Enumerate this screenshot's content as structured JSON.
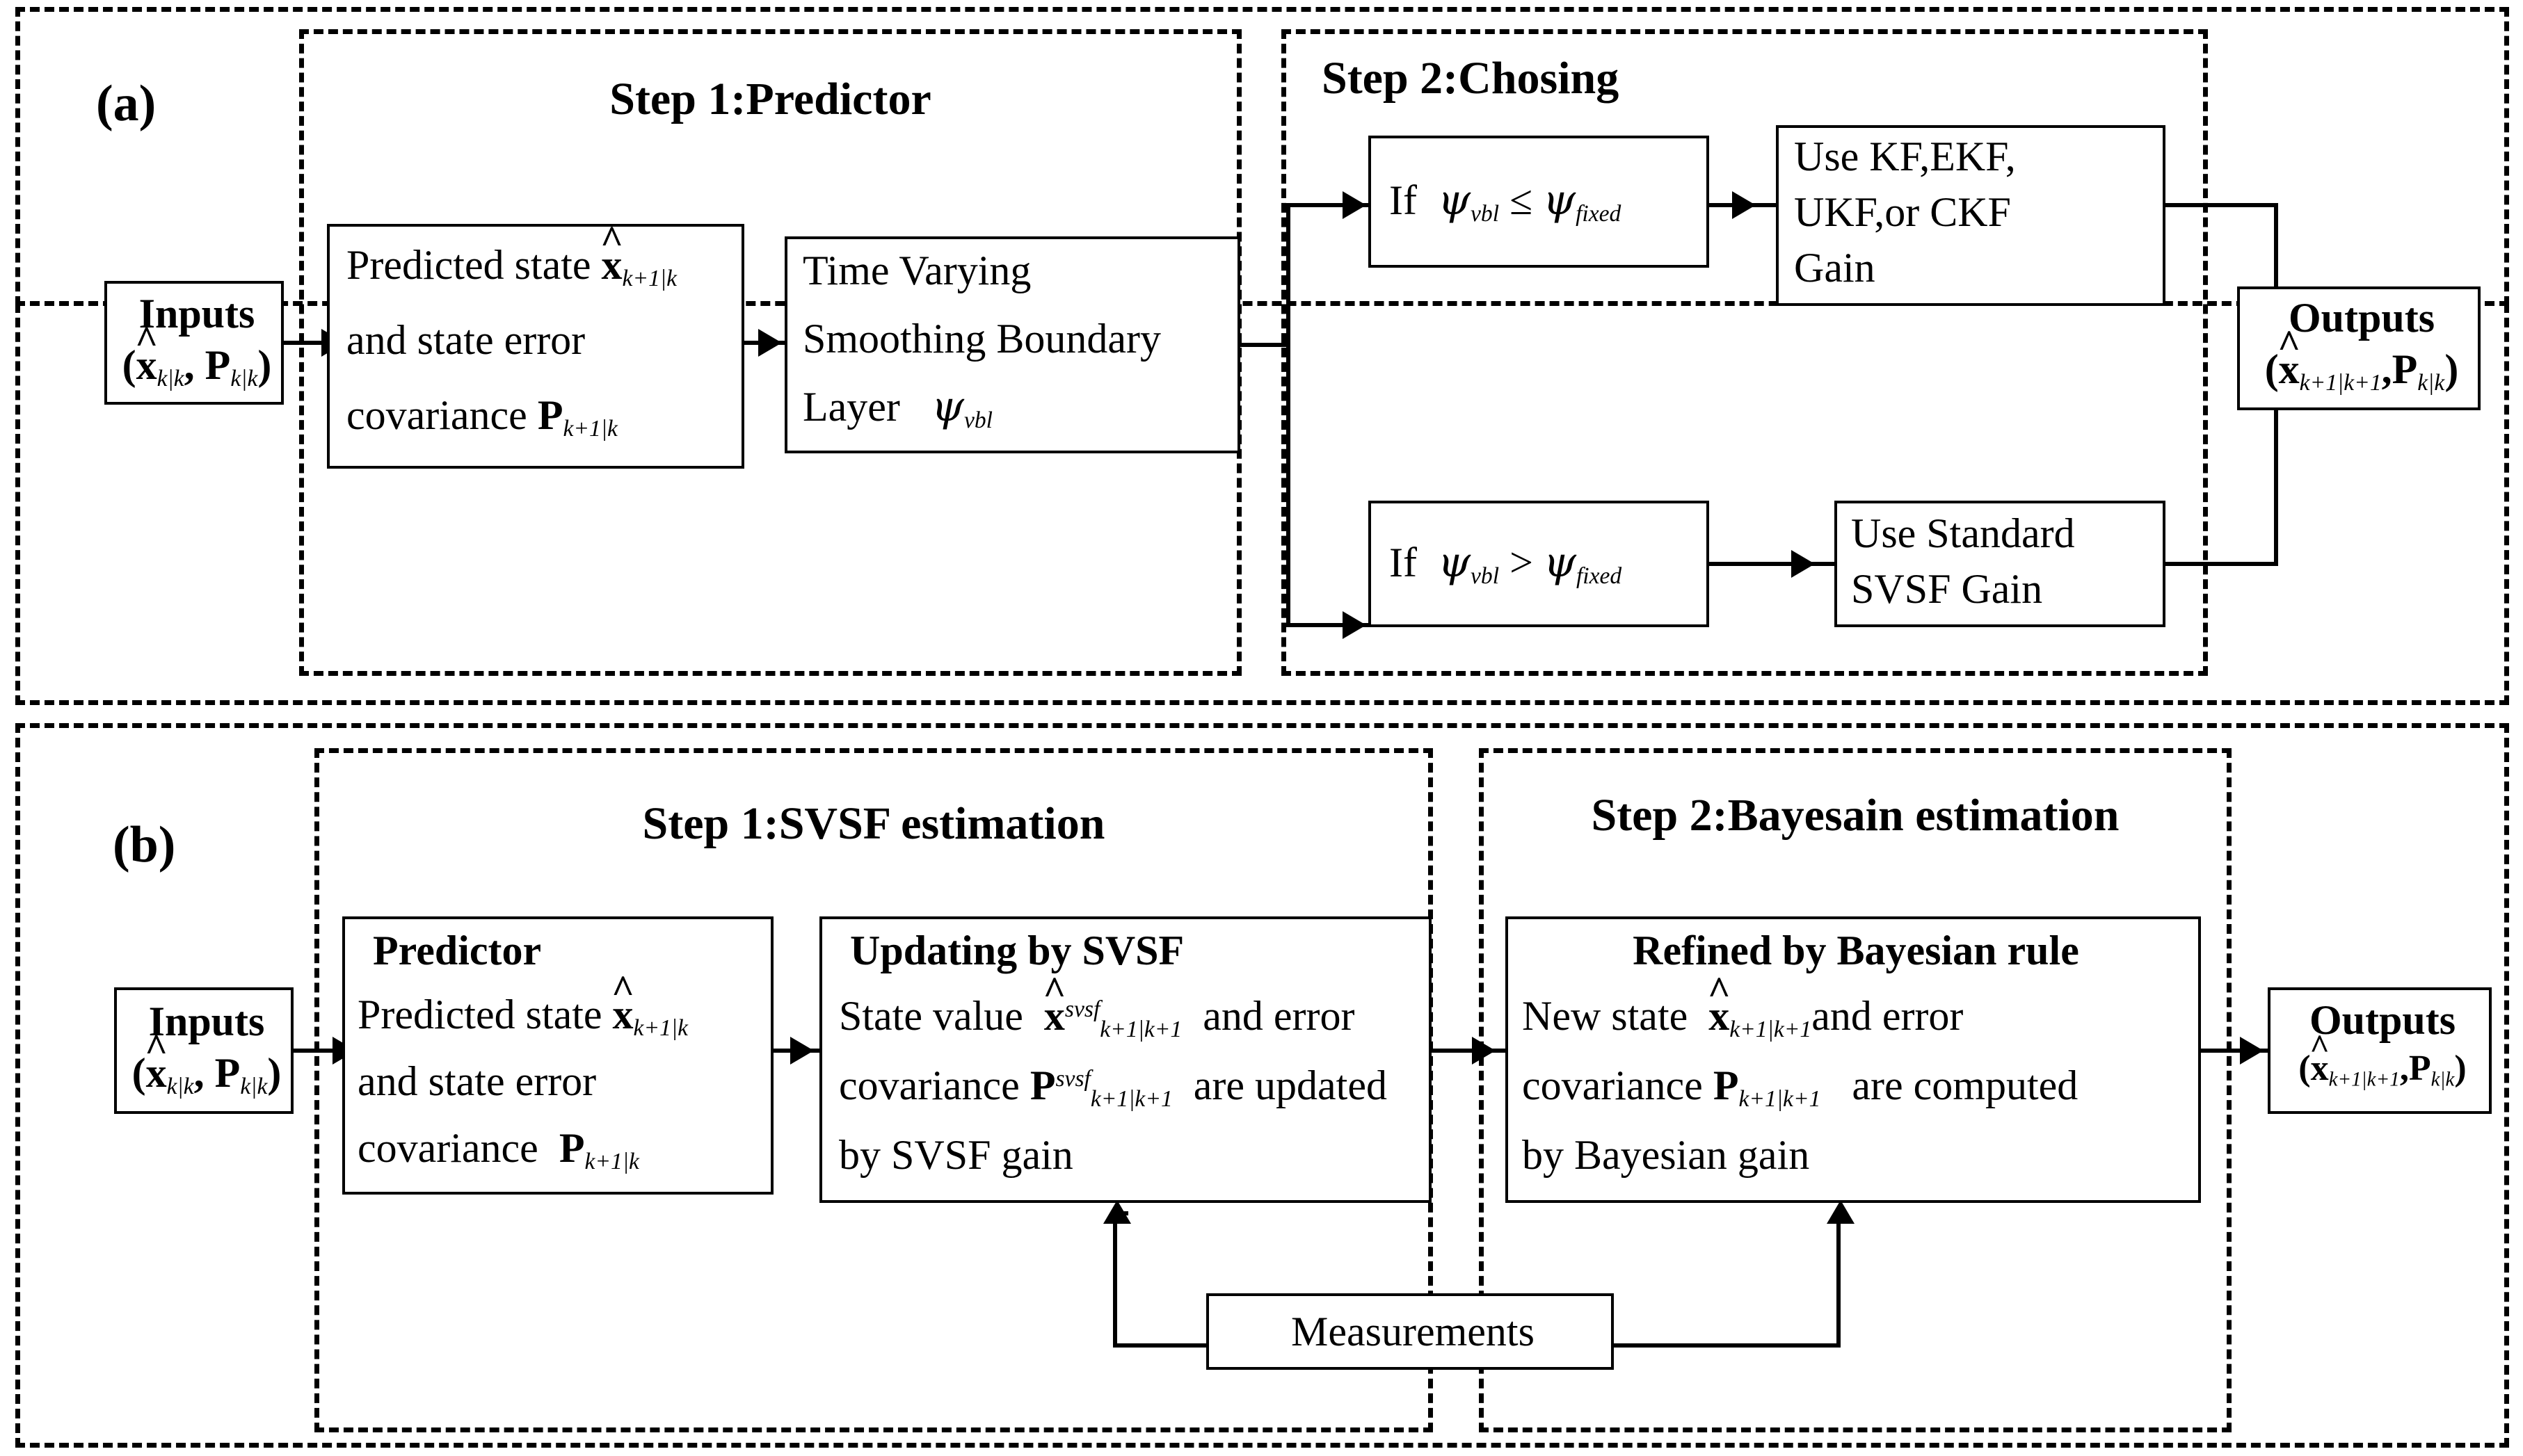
{
  "figure": {
    "panels": [
      {
        "label": "(a)",
        "steps": [
          {
            "title": "Step 1:Predictor"
          },
          {
            "title": "Step 2:Chosing"
          }
        ],
        "inputs": {
          "title": "Inputs",
          "formula_x": "x",
          "formula_sub1": "k|k",
          "formula_p": "P",
          "formula_sub2": "k|k"
        },
        "outputs": {
          "title": "Outputs",
          "formula_x": "x",
          "formula_sub1": "k+1|k+1",
          "formula_p": "P",
          "formula_sub2": "k|k"
        },
        "boxes": {
          "predictor": {
            "line1": "Predicted  state",
            "sym1": "x",
            "sub1": "k+1|k",
            "line2": "and state error",
            "line3": "covariance",
            "sym2": "P",
            "sub2": "k+1|k"
          },
          "boundary_layer": {
            "line1": "Time Varying",
            "line2": "Smoothing Boundary",
            "line3": "Layer",
            "sym": "ψ",
            "sub": "vbl"
          },
          "cond_le": {
            "prefix": "If",
            "sym1": "ψ",
            "sub1": "vbl",
            "op": "≤",
            "sym2": "ψ",
            "sub2": "fixed"
          },
          "cond_gt": {
            "prefix": "If",
            "sym1": "ψ",
            "sub1": "vbl",
            "op": ">",
            "sym2": "ψ",
            "sub2": "fixed"
          },
          "gain_kf": {
            "line1": "Use KF,EKF,",
            "line2": "UKF,or CKF",
            "line3": "Gain"
          },
          "gain_svsf": {
            "line1": "Use  Standard",
            "line2": "SVSF Gain"
          }
        }
      },
      {
        "label": "(b)",
        "steps": [
          {
            "title": "Step 1:SVSF estimation"
          },
          {
            "title": "Step 2:Bayesain estimation"
          }
        ],
        "inputs": {
          "title": "Inputs",
          "formula_x": "x",
          "formula_sub1": "k|k",
          "formula_p": "P",
          "formula_sub2": "k|k"
        },
        "outputs": {
          "title": "Outputs",
          "formula_x": "x",
          "formula_sub1": "k+1|k+1",
          "formula_p": "P",
          "formula_sub2": "k|k"
        },
        "boxes": {
          "predictor": {
            "heading": "Predictor",
            "line1": "Predicted state",
            "sym1": "x",
            "sub1": "k+1|k",
            "line2": "and state error",
            "line3": "covariance",
            "sym2": "P",
            "sub2": "k+1|k"
          },
          "updating": {
            "heading": "Updating by SVSF",
            "line1a": "State value",
            "sym1": "x",
            "sup1": "svsf",
            "sub1": "k+1|k+1",
            "line1b": "and error",
            "line2a": "covariance",
            "sym2": "P",
            "sup2": "svsf",
            "sub2": "k+1|k+1",
            "line2b": "are updated",
            "line3": "by SVSF gain"
          },
          "refined": {
            "heading": "Refined by Bayesian rule",
            "line1a": "New state",
            "sym1": "x",
            "sub1": "k+1|k+1",
            "line1b": "and error",
            "line2a": "covariance",
            "sym2": "P",
            "sub2": "k+1|k+1",
            "line2b": "are computed",
            "line3": "by Bayesian gain"
          },
          "measurements": {
            "label": "Measurements"
          }
        }
      }
    ]
  },
  "colors": {
    "stroke": "#000000",
    "background": "#ffffff"
  }
}
